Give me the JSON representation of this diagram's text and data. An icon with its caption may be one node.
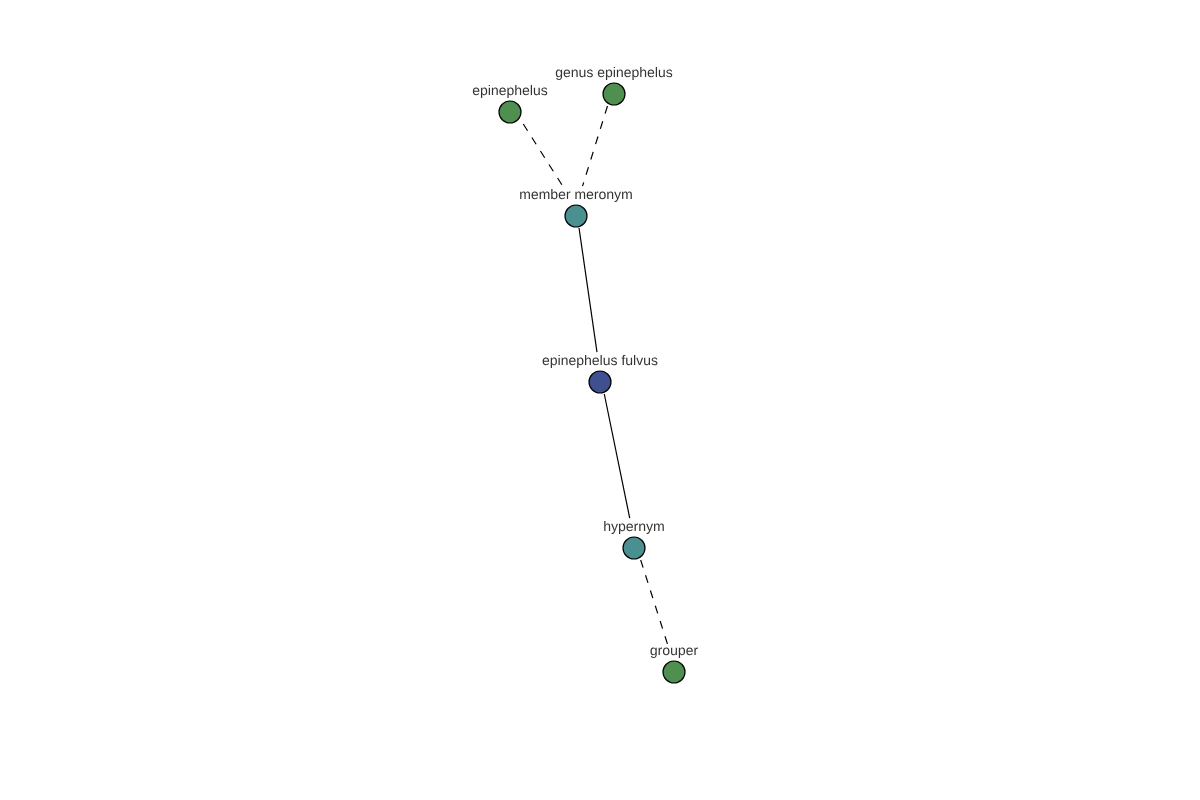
{
  "diagram": {
    "nodes": [
      {
        "text": [
          "epinephelus"
        ]
      },
      {
        "text": [
          "genus epinephelus"
        ]
      },
      {
        "text": [
          "member meronym"
        ]
      },
      {
        "text": [
          "epinephelus fulvus"
        ]
      },
      {
        "text": [
          "hypernym"
        ]
      },
      {
        "text": [
          "grouper"
        ]
      }
    ],
    "edges": [
      {
        "from": 0,
        "to": 2,
        "arrow": "none",
        "style": "dashed"
      },
      {
        "from": 1,
        "to": 2,
        "arrow": "none",
        "style": "dashed"
      },
      {
        "from": 2,
        "to": 3,
        "arrow": "none"
      },
      {
        "from": 3,
        "to": 4,
        "arrow": "none"
      },
      {
        "from": 4,
        "to": 5,
        "arrow": "none",
        "style": "dashed"
      }
    ]
  }
}
